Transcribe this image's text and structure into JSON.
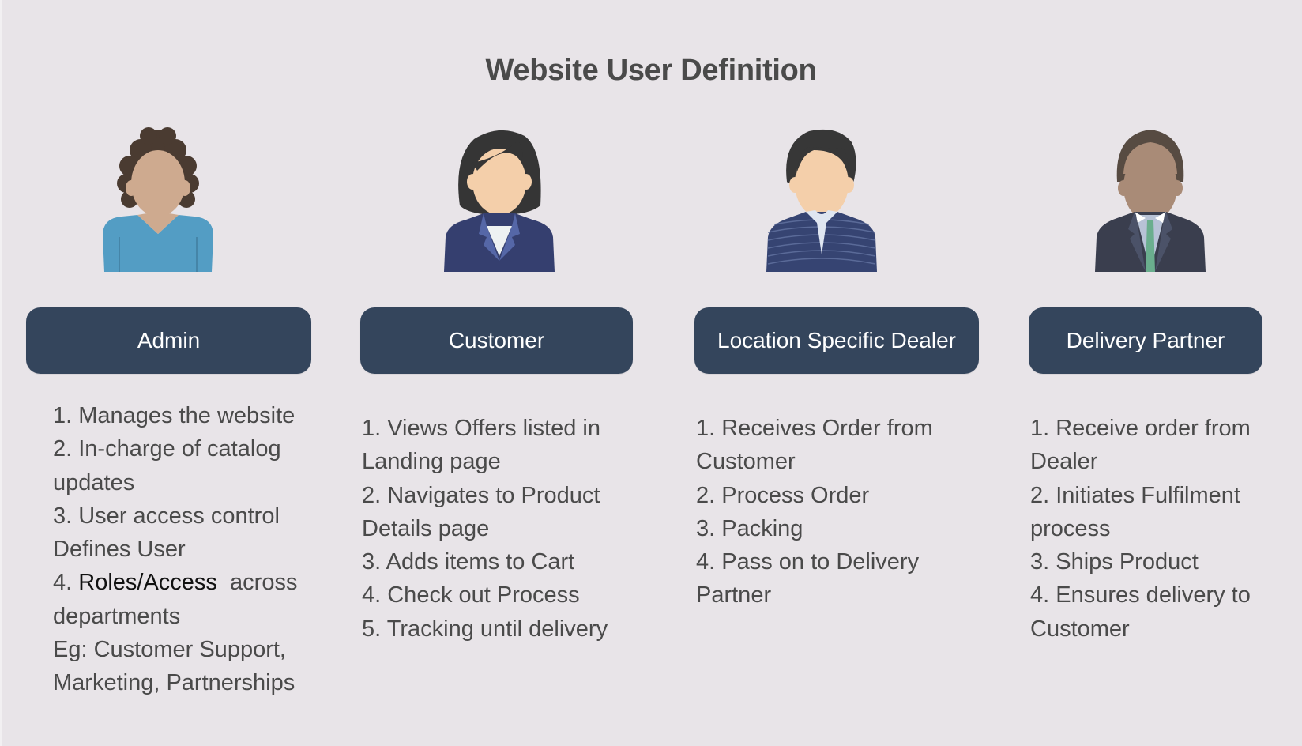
{
  "title": "Website User Definition",
  "colors": {
    "background": "#e8e4e8",
    "button": "#34455c",
    "button_text": "#ffffff",
    "body_text": "#4a4a4a"
  },
  "roles": [
    {
      "label": "Admin",
      "avatar": "woman-curly-hair-blue-top-icon",
      "lines": [
        "1. Manages the website",
        "2. In-charge of catalog",
        "updates",
        "3. User access control",
        "Defines User",
        {
          "prefix": "4. ",
          "highlight": "Roles/Access",
          "suffix": "  across"
        },
        "departments",
        "Eg: Customer Support,",
        "Marketing, Partnerships"
      ]
    },
    {
      "label": "Customer",
      "avatar": "woman-business-suit-icon",
      "lines": [
        "1. Views Offers listed in",
        "Landing page",
        "2. Navigates to Product",
        "Details page",
        "3. Adds items to Cart",
        "4. Check out Process",
        "5. Tracking until delivery"
      ]
    },
    {
      "label": "Location Specific Dealer",
      "avatar": "man-striped-sweater-icon",
      "lines": [
        "1. Receives Order from",
        "Customer",
        "2. Process Order",
        "3. Packing",
        "4. Pass on to Delivery",
        "Partner"
      ]
    },
    {
      "label": "Delivery Partner",
      "avatar": "man-suit-green-tie-icon",
      "lines": [
        "1. Receive order from",
        "Dealer",
        "2. Initiates Fulfilment",
        "process",
        "3. Ships Product",
        "4. Ensures delivery to",
        "Customer"
      ]
    }
  ]
}
